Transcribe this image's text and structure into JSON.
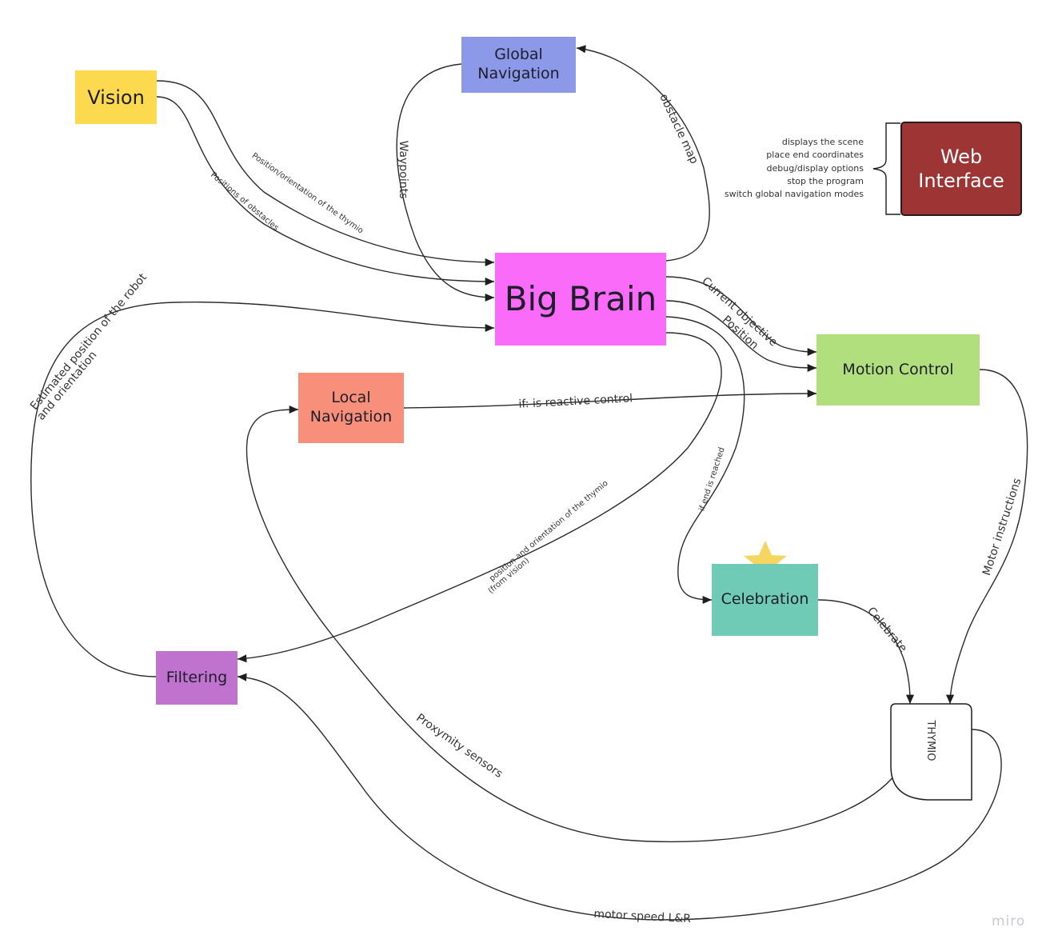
{
  "nodes": {
    "vision": "Vision",
    "global_navigation": [
      "Global",
      "Navigation"
    ],
    "big_brain": "Big Brain",
    "web_interface": [
      "Web",
      "Interface"
    ],
    "motion_control": "Motion Control",
    "local_navigation": [
      "Local",
      "Navigation"
    ],
    "celebration": "Celebration",
    "filtering": "Filtering",
    "thymio": "THYMIO"
  },
  "web_interface_features": [
    "displays the scene",
    "place end coordinates",
    "debug/display options",
    "stop the program",
    "switch global navigation modes"
  ],
  "edge_labels": {
    "position_orientation_thymio": "Position/orientation of the thymio",
    "positions_of_obstacles": "Positions of obstacles",
    "waypoints": "Waypoints",
    "obstacle_map": "obstacle map",
    "estimated_position_line1": "Estimated position of the robot",
    "estimated_position_line2": "and orientation",
    "current_objective": "Current objective",
    "position": "Position",
    "reactive_control": "if: is reactive control",
    "end_reached": "if end is reached",
    "from_vision_line1": "position and orientation of the thymio",
    "from_vision_line2": "(from vision)",
    "motor_instructions": "Motor instructions",
    "celebrate": "Celebrate",
    "proximity_sensors": "Proxymity sensors",
    "motor_speed": "motor speed L&R"
  },
  "watermark": "miro",
  "colors": {
    "vision": "#fdd94f",
    "global_navigation": "#8c99e8",
    "big_brain": "#fa6bf9",
    "web_interface": "#9e3535",
    "motion_control": "#b1df7e",
    "local_navigation": "#f88f7a",
    "celebration": "#6fcab6",
    "filtering": "#c072cf",
    "star": "#f4d24f"
  }
}
